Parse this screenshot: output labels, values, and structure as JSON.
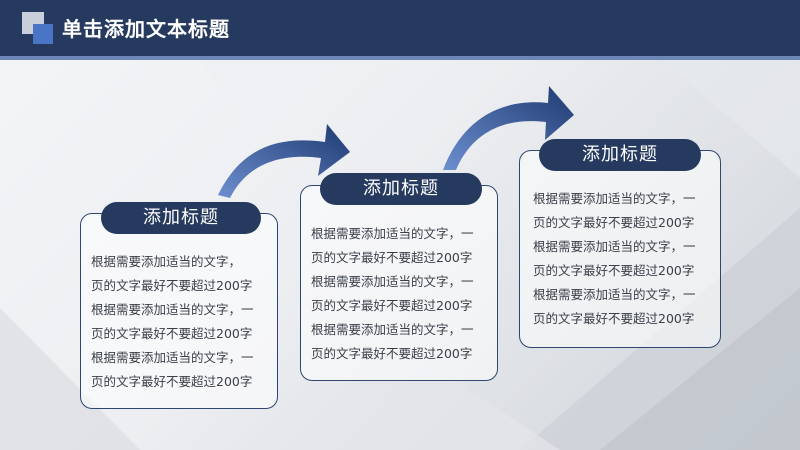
{
  "header": {
    "title": "单击添加文本标题",
    "accent": "#253a5e",
    "strip_color": "#6d87b7"
  },
  "cards": [
    {
      "heading": "添加标题",
      "text": "根据需要添加适当的文字，\n页的文字最好不要超过200字\n根据需要添加适当的文字，一\n页的文字最好不要超过200字\n根据需要添加适当的文字，一\n页的文字最好不要超过200字"
    },
    {
      "heading": "添加标题",
      "text": "根据需要添加适当的文字，一\n页的文字最好不要超过200字\n根据需要添加适当的文字，一\n页的文字最好不要超过200字\n根据需要添加适当的文字，一\n页的文字最好不要超过200字"
    },
    {
      "heading": "添加标题",
      "text": "根据需要添加适当的文字，一\n页的文字最好不要超过200字\n根据需要添加适当的文字，一\n页的文字最好不要超过200字\n根据需要添加适当的文字，一\n页的文字最好不要超过200字"
    }
  ],
  "icons": [
    "logo-squares-icon",
    "curved-arrow-icon",
    "curved-arrow-icon"
  ]
}
